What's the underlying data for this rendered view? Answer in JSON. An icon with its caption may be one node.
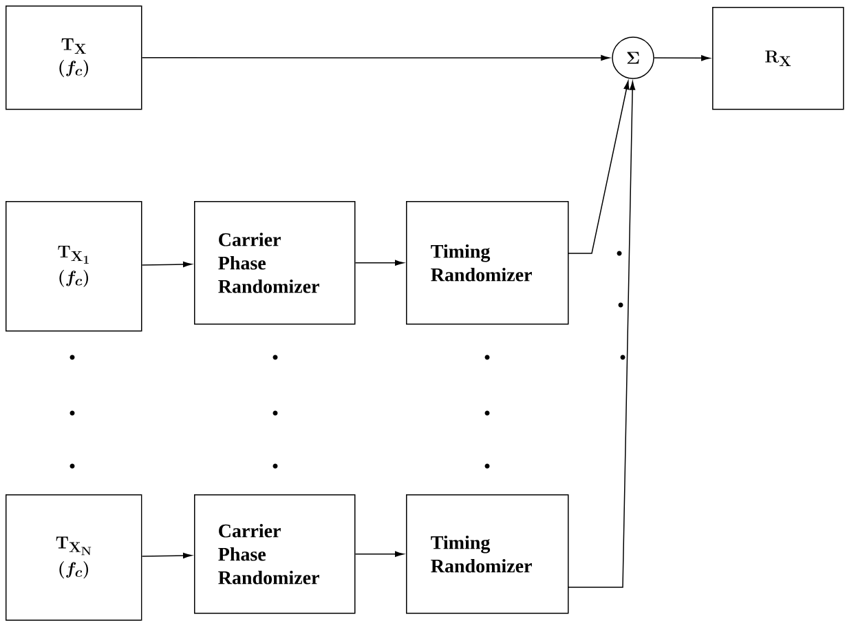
{
  "diagram": {
    "nodes": [
      {
        "text": [
          "\\mathbf{T_{X}}",
          "(f_{c})"
        ]
      },
      {
        "text": [
          "\\Sigma"
        ]
      },
      {
        "text": [
          "\\mathbf{R_{X}}"
        ]
      },
      {
        "text": [
          "\\mathbf{T_{X_{1}}}",
          "(f_{c})"
        ]
      },
      {
        "text": [
          "Carrier Phase Randomizer"
        ]
      },
      {
        "text": [
          "Timing Randomizer"
        ]
      },
      {
        "text": [
          "\\mathbf{T_{X_{N}}}",
          "(f_{c})"
        ]
      },
      {
        "text": [
          "Carrier Phase Randomizer"
        ]
      },
      {
        "text": [
          "Timing Randomizer"
        ]
      }
    ],
    "edges": [
      {
        "from": 0,
        "to": 1,
        "arrow": "to"
      },
      {
        "from": 1,
        "to": 2,
        "arrow": "to"
      },
      {
        "from": 3,
        "to": 4,
        "arrow": "to"
      },
      {
        "from": 4,
        "to": 5,
        "arrow": "to"
      },
      {
        "from": 5,
        "to": 1,
        "arrow": "to"
      },
      {
        "from": 6,
        "to": 7,
        "arrow": "to"
      },
      {
        "from": 7,
        "to": 8,
        "arrow": "to"
      },
      {
        "from": 8,
        "to": 1,
        "arrow": "to"
      }
    ]
  }
}
